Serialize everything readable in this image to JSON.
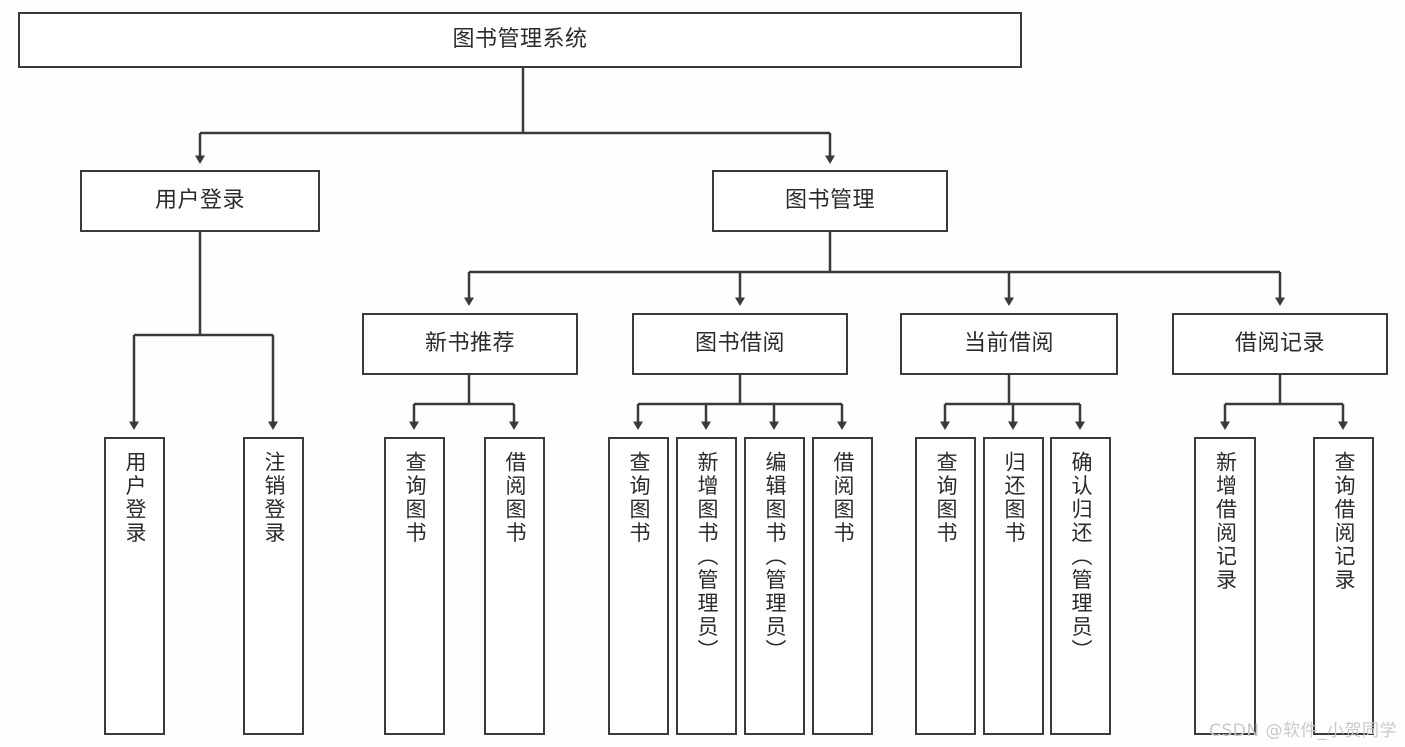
{
  "diagram": {
    "type": "tree-hierarchy",
    "title": "图书管理系统",
    "root": {
      "id": "root",
      "label": "图书管理系统"
    },
    "level2": [
      {
        "id": "user-login",
        "label": "用户登录"
      },
      {
        "id": "book-management",
        "label": "图书管理"
      }
    ],
    "level3": [
      {
        "id": "new-book-recommend",
        "label": "新书推荐"
      },
      {
        "id": "book-borrow",
        "label": "图书借阅"
      },
      {
        "id": "current-borrow",
        "label": "当前借阅"
      },
      {
        "id": "borrow-record",
        "label": "借阅记录"
      }
    ],
    "leaves": [
      {
        "id": "leaf-user-login",
        "label": "用户登录",
        "parent": "user-login"
      },
      {
        "id": "leaf-logout-login",
        "label": "注销登录",
        "parent": "user-login"
      },
      {
        "id": "leaf-query-book-1",
        "label": "查询图书",
        "parent": "new-book-recommend"
      },
      {
        "id": "leaf-borrow-book-1",
        "label": "借阅图书",
        "parent": "new-book-recommend"
      },
      {
        "id": "leaf-query-book-2",
        "label": "查询图书",
        "parent": "book-borrow"
      },
      {
        "id": "leaf-add-book",
        "label": "新增图书（管理员）",
        "parent": "book-borrow"
      },
      {
        "id": "leaf-edit-book",
        "label": "编辑图书（管理员）",
        "parent": "book-borrow"
      },
      {
        "id": "leaf-borrow-book-2",
        "label": "借阅图书",
        "parent": "book-borrow"
      },
      {
        "id": "leaf-query-book-3",
        "label": "查询图书",
        "parent": "current-borrow"
      },
      {
        "id": "leaf-return-book",
        "label": "归还图书",
        "parent": "current-borrow"
      },
      {
        "id": "leaf-confirm-return",
        "label": "确认归还（管理员）",
        "parent": "current-borrow"
      },
      {
        "id": "leaf-add-record",
        "label": "新增借阅记录",
        "parent": "borrow-record"
      },
      {
        "id": "leaf-query-record",
        "label": "查询借阅记录",
        "parent": "borrow-record"
      }
    ],
    "watermark": "CSDN @软件_小贺同学",
    "colors": {
      "stroke": "#3a3a3a",
      "text": "#2b2b2b",
      "background": "#fefefe",
      "watermark": "#c9c9c9"
    }
  }
}
